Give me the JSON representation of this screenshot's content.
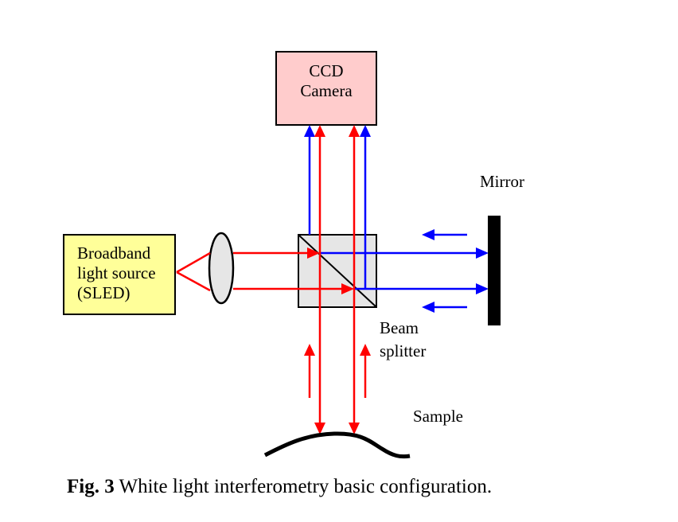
{
  "figure": {
    "components": {
      "camera": {
        "line1": "CCD",
        "line2": "Camera",
        "fill": "#ffcccc"
      },
      "source": {
        "line1": "Broadband",
        "line2": "light source",
        "line3": "(SLED)",
        "fill": "#ffff99"
      },
      "mirror": {
        "label": "Mirror"
      },
      "beam_splitter": {
        "line1": "Beam",
        "line2": "splitter",
        "fill": "#e6e6e6"
      },
      "sample": {
        "label": "Sample"
      }
    },
    "colors": {
      "reference_beam": "#0000ff",
      "sample_beam": "#ff0000",
      "outline": "#000000"
    }
  },
  "caption": {
    "prefix": "Fig. 3",
    "text": " White light interferometry basic configuration."
  }
}
